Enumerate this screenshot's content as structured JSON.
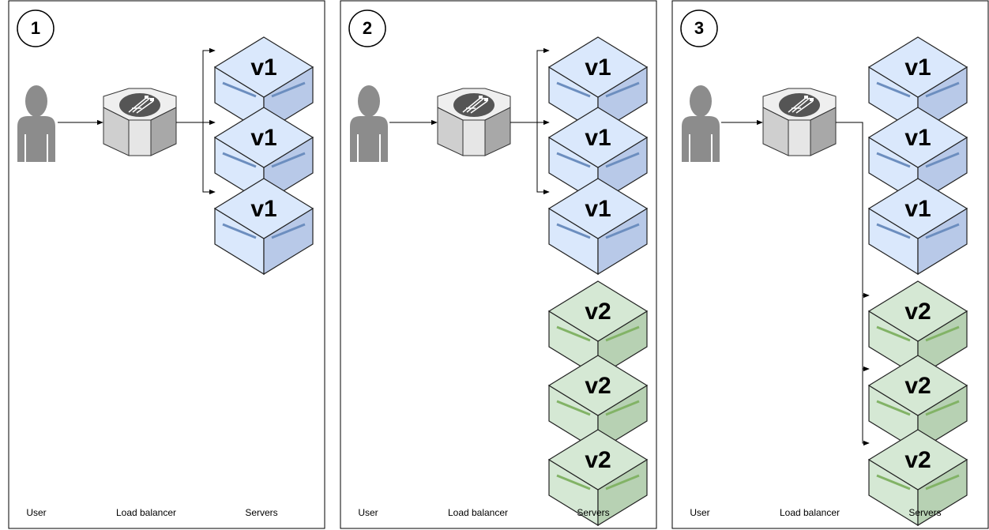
{
  "panels": [
    {
      "step": "1",
      "labels": {
        "user": "User",
        "lb": "Load balancer",
        "servers": "Servers"
      },
      "v1_servers": [
        "v1",
        "v1",
        "v1"
      ],
      "v2_servers": [],
      "routes_to": "v1"
    },
    {
      "step": "2",
      "labels": {
        "user": "User",
        "lb": "Load balancer",
        "servers": "Servers"
      },
      "v1_servers": [
        "v1",
        "v1",
        "v1"
      ],
      "v2_servers": [
        "v2",
        "v2",
        "v2"
      ],
      "routes_to": "v1"
    },
    {
      "step": "3",
      "labels": {
        "user": "User",
        "lb": "Load balancer",
        "servers": "Servers"
      },
      "v1_servers": [
        "v1",
        "v1",
        "v1"
      ],
      "v2_servers": [
        "v2",
        "v2",
        "v2"
      ],
      "routes_to": "v2"
    }
  ],
  "colors": {
    "v1_top": "#dae8fc",
    "v1_side": "#b8c9e8",
    "v1_stripe": "#6c8ebf",
    "v2_top": "#d5e8d4",
    "v2_side": "#b7d1b3",
    "v2_stripe": "#82b366",
    "lb_body": "#e6e6e6",
    "icon_dark": "#555555"
  }
}
